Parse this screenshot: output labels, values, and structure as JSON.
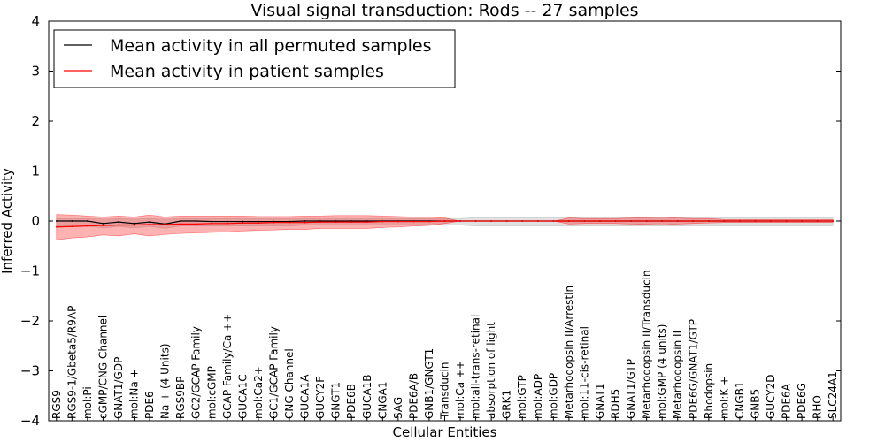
{
  "chart_data": {
    "type": "line",
    "title": "Visual signal transduction: Rods -- 27 samples",
    "xlabel": "Cellular Entities",
    "ylabel": "Inferred Activity",
    "ylim": [
      -4,
      4
    ],
    "yticks": [
      -4,
      -3,
      -2,
      -1,
      0,
      1,
      2,
      3,
      4
    ],
    "ytick_labels": [
      "−4",
      "−3",
      "−2",
      "−1",
      "0",
      "1",
      "2",
      "3",
      "4"
    ],
    "legend_position": "top-left",
    "categories": [
      "RGS9",
      "RGS9-1/Gbeta5/R9AP",
      "mol:Pi",
      "cGMP/CNG Channel",
      "GNAT1/GDP",
      "mol:Na +",
      "PDE6",
      "Na + (4 Units)",
      "RGS9BP",
      "GC2/GCAP Family",
      "mol:cGMP",
      "GCAP Family/Ca ++",
      "GUCA1C",
      "mol:Ca2+",
      "GC1/GCAP Family",
      "CNG Channel",
      "GUCA1A",
      "GUCY2F",
      "GNGT1",
      "PDE6B",
      "GUCA1B",
      "CNGA1",
      "SAG",
      "PDE6A/B",
      "GNB1/GNGT1",
      "Transducin",
      "mol:Ca ++",
      "mol:all-trans-retinal",
      "absorption of light",
      "GRK1",
      "mol:GTP",
      "mol:ADP",
      "mol:GDP",
      "Metarhodopsin II/Arrestin",
      "mol:11-cis-retinal",
      "GNAT1",
      "RDH5",
      "GNAT1/GTP",
      "Metarhodopsin II/Transducin",
      "mol:GMP (4 units)",
      "Metarhodopsin II",
      "PDE6G/GNAT1/GTP",
      "Rhodopsin",
      "mol:K +",
      "CNGB1",
      "GNB5",
      "GUCY2D",
      "PDE6A",
      "PDE6G",
      "RHO",
      "SLC24A1"
    ],
    "series": [
      {
        "name": "Mean activity in all permuted samples",
        "color": "#000000",
        "values": [
          0.0,
          0.0,
          0.0,
          -0.05,
          -0.02,
          -0.05,
          -0.02,
          -0.06,
          0.0,
          0.0,
          -0.01,
          -0.01,
          -0.01,
          -0.01,
          -0.01,
          -0.01,
          0.0,
          0.0,
          0.0,
          0.0,
          0.0,
          0.0,
          0.0,
          0.0,
          0.0,
          0.0,
          0.0,
          0.0,
          0.0,
          0.0,
          0.0,
          0.0,
          0.0,
          0.0,
          0.0,
          0.0,
          0.0,
          0.0,
          0.0,
          0.0,
          0.0,
          0.0,
          0.0,
          0.0,
          0.0,
          0.0,
          0.0,
          0.0,
          0.0,
          0.0,
          0.0
        ],
        "band_upper": [
          0.05,
          0.05,
          0.05,
          0.04,
          0.05,
          0.04,
          0.05,
          0.04,
          0.05,
          0.05,
          0.05,
          0.05,
          0.05,
          0.05,
          0.05,
          0.05,
          0.05,
          0.05,
          0.05,
          0.05,
          0.05,
          0.05,
          0.05,
          0.05,
          0.05,
          0.05,
          0.05,
          0.07,
          0.07,
          0.07,
          0.07,
          0.07,
          0.07,
          0.07,
          0.07,
          0.07,
          0.07,
          0.07,
          0.07,
          0.07,
          0.07,
          0.07,
          0.07,
          0.07,
          0.07,
          0.07,
          0.07,
          0.07,
          0.07,
          0.07,
          0.07
        ],
        "band_lower": [
          -0.1,
          -0.1,
          -0.1,
          -0.14,
          -0.11,
          -0.14,
          -0.11,
          -0.15,
          -0.1,
          -0.1,
          -0.1,
          -0.1,
          -0.1,
          -0.1,
          -0.1,
          -0.1,
          -0.08,
          -0.08,
          -0.08,
          -0.08,
          -0.08,
          -0.08,
          -0.08,
          -0.08,
          -0.08,
          -0.08,
          -0.08,
          -0.1,
          -0.1,
          -0.1,
          -0.1,
          -0.1,
          -0.1,
          -0.1,
          -0.1,
          -0.1,
          -0.1,
          -0.1,
          -0.1,
          -0.1,
          -0.1,
          -0.1,
          -0.1,
          -0.1,
          -0.1,
          -0.1,
          -0.1,
          -0.1,
          -0.1,
          -0.1,
          -0.1
        ]
      },
      {
        "name": "Mean activity in patient samples",
        "color": "#ff0000",
        "values": [
          -0.12,
          -0.11,
          -0.1,
          -0.09,
          -0.08,
          -0.08,
          -0.07,
          -0.07,
          -0.06,
          -0.06,
          -0.05,
          -0.05,
          -0.04,
          -0.04,
          -0.03,
          -0.03,
          -0.03,
          -0.02,
          -0.02,
          -0.02,
          -0.02,
          -0.01,
          -0.01,
          -0.01,
          -0.01,
          0.0,
          0.0,
          0.0,
          0.0,
          0.0,
          0.0,
          0.0,
          0.0,
          0.0,
          0.0,
          0.0,
          0.0,
          0.0,
          0.0,
          0.0,
          0.0,
          0.0,
          0.0,
          0.0,
          0.0,
          0.0,
          0.0,
          0.0,
          0.0,
          0.0,
          0.0
        ],
        "band_upper": [
          0.13,
          0.12,
          0.1,
          0.08,
          0.1,
          0.08,
          0.12,
          0.08,
          0.1,
          0.1,
          0.1,
          0.1,
          0.1,
          0.09,
          0.09,
          0.09,
          0.1,
          0.1,
          0.11,
          0.11,
          0.11,
          0.1,
          0.09,
          0.08,
          0.08,
          0.06,
          0.0,
          0.0,
          0.0,
          0.0,
          0.0,
          0.0,
          0.0,
          0.06,
          0.05,
          0.05,
          0.05,
          0.06,
          0.07,
          0.08,
          0.06,
          0.05,
          0.05,
          0.03,
          0.03,
          0.03,
          0.03,
          0.03,
          0.03,
          0.03,
          0.03
        ],
        "band_lower": [
          -0.38,
          -0.34,
          -0.32,
          -0.28,
          -0.3,
          -0.26,
          -0.3,
          -0.27,
          -0.25,
          -0.24,
          -0.23,
          -0.22,
          -0.2,
          -0.19,
          -0.18,
          -0.17,
          -0.17,
          -0.15,
          -0.15,
          -0.15,
          -0.15,
          -0.13,
          -0.12,
          -0.1,
          -0.09,
          -0.05,
          0.0,
          0.0,
          0.0,
          0.0,
          0.0,
          0.0,
          0.0,
          -0.06,
          -0.05,
          -0.05,
          -0.05,
          -0.06,
          -0.07,
          -0.08,
          -0.06,
          -0.05,
          -0.04,
          -0.03,
          -0.03,
          -0.03,
          -0.03,
          -0.03,
          -0.03,
          -0.03,
          -0.03
        ]
      }
    ]
  }
}
